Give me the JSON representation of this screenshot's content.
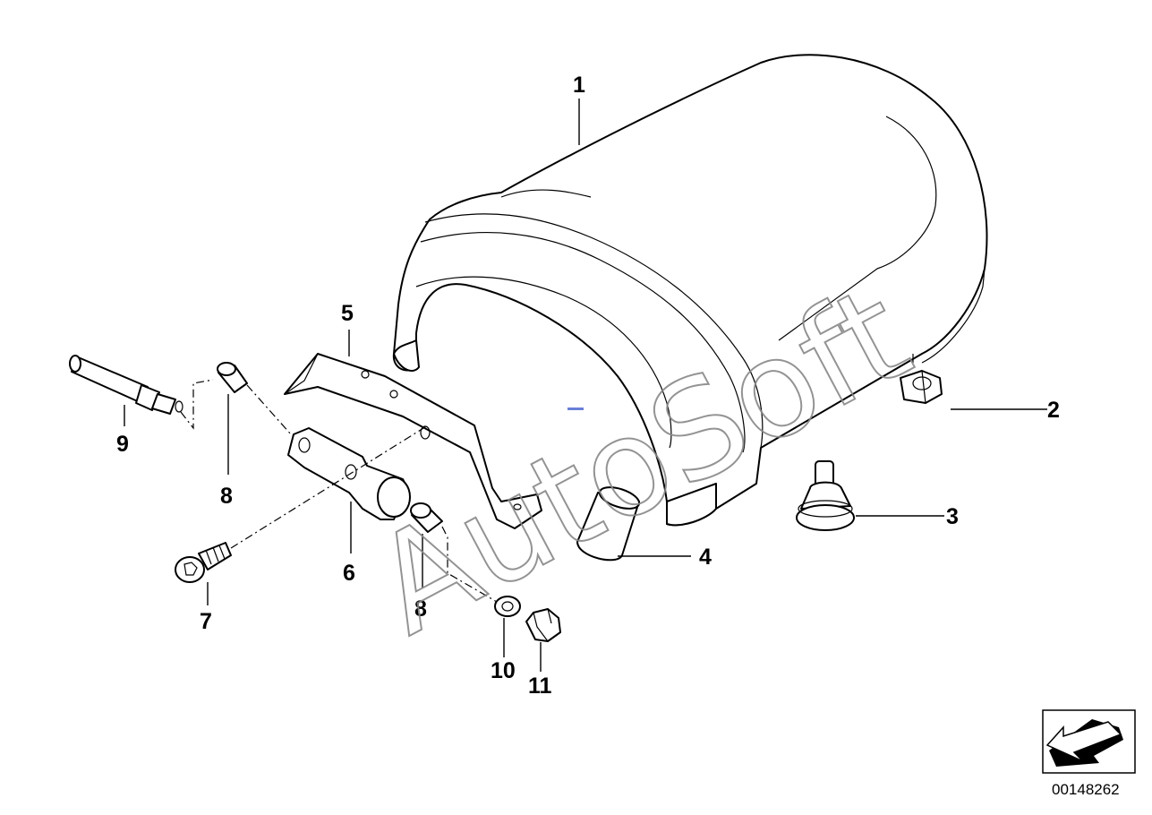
{
  "watermark": "AutoSoft",
  "reference_number": "00148262",
  "callouts": [
    {
      "id": "1",
      "part": "seat"
    },
    {
      "id": "2",
      "part": "hex-nut"
    },
    {
      "id": "3",
      "part": "rubber-buffer"
    },
    {
      "id": "4",
      "part": "sleeve"
    },
    {
      "id": "5",
      "part": "bracket"
    },
    {
      "id": "6",
      "part": "holder"
    },
    {
      "id": "7",
      "part": "cap-screw"
    },
    {
      "id": "8",
      "part": "bushing"
    },
    {
      "id": "9",
      "part": "pin"
    },
    {
      "id": "10",
      "part": "washer"
    },
    {
      "id": "11",
      "part": "cap-nut"
    }
  ],
  "icons": {
    "direction_arrow": "arrow-down-left-icon"
  }
}
